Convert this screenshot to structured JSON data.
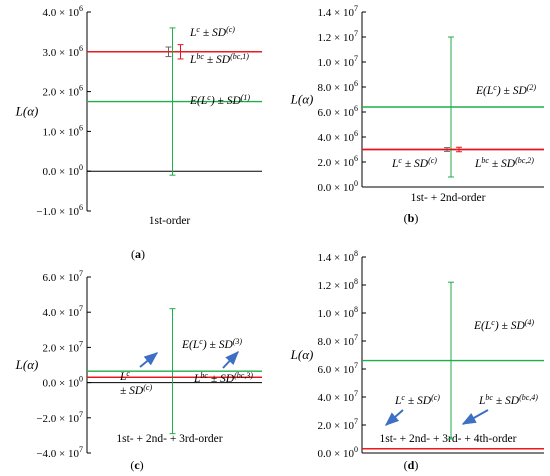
{
  "figure": {
    "panel_labels": [
      "(a)",
      "(b)",
      "(c)",
      "(d)"
    ]
  },
  "chart_data": [
    {
      "type": "line",
      "panel": "(a)",
      "ylabel": "L(α)",
      "xlabel": "1st-order",
      "ylim": [
        -1000000,
        4000000
      ],
      "yticks": [
        -1000000,
        0,
        1000000,
        2000000,
        3000000,
        4000000
      ],
      "ytick_labels": [
        "−1.0 × 10^6",
        "0.0 × 10^0",
        "1.0 × 10^6",
        "2.0 × 10^6",
        "3.0 × 10^6",
        "4.0 × 10^6"
      ],
      "colors": {
        "red": "#e8141c",
        "green": "#1fae4a",
        "grey": "#666666",
        "arrow": "#3d6fc4"
      },
      "series": [
        {
          "label": "L^c ± SD^(c)",
          "color": "red",
          "value": 3000000,
          "err": 120000,
          "err_color": "grey",
          "err_pos": "left"
        },
        {
          "label": "L^bc ± SD^(bc,1)",
          "color": "red",
          "value": 3000000,
          "err": 180000,
          "err_color": "red",
          "err_pos": "right"
        },
        {
          "label": "E(L^c) ± SD^(1)",
          "color": "green",
          "value": 1750000,
          "err": 1850000,
          "err_color": "green",
          "err_pos": "mid"
        }
      ]
    },
    {
      "type": "line",
      "panel": "(b)",
      "ylabel": "L(α)",
      "xlabel": "1st- + 2nd-order",
      "ylim": [
        0,
        14000000
      ],
      "yticks": [
        0,
        2000000,
        4000000,
        6000000,
        8000000,
        10000000,
        12000000,
        14000000
      ],
      "ytick_labels": [
        "0.0 × 10^0",
        "2.0 × 10^6",
        "4.0 × 10^6",
        "6.0 × 10^6",
        "8.0 × 10^6",
        "1.0 × 10^7",
        "1.2 × 10^7",
        "1.4 × 10^7"
      ],
      "colors": {
        "red": "#e8141c",
        "green": "#1fae4a",
        "grey": "#666666",
        "arrow": "#3d6fc4"
      },
      "series": [
        {
          "label": "E(L^c) ± SD^(2)",
          "color": "green",
          "value": 6400000,
          "err": 5600000,
          "err_color": "green",
          "err_pos": "mid"
        },
        {
          "label": "L^c ± SD^(c)",
          "color": "red",
          "value": 3000000,
          "err": 150000,
          "err_color": "grey",
          "err_pos": "left"
        },
        {
          "label": "L^bc ± SD^(bc,2)",
          "color": "red",
          "value": 3000000,
          "err": 180000,
          "err_color": "red",
          "err_pos": "right"
        }
      ]
    },
    {
      "type": "line",
      "panel": "(c)",
      "ylabel": "L(α)",
      "xlabel": "1st- + 2nd- + 3rd-order",
      "ylim": [
        -40000000,
        60000000
      ],
      "yticks": [
        -40000000,
        -20000000,
        0,
        20000000,
        40000000,
        60000000
      ],
      "ytick_labels": [
        "−4.0 × 10^7",
        "−2.0 × 10^7",
        "0.0 × 10^0",
        "2.0 × 10^7",
        "4.0 × 10^7",
        "6.0 × 10^7"
      ],
      "colors": {
        "red": "#e8141c",
        "green": "#1fae4a",
        "grey": "#666666",
        "arrow": "#3d6fc4"
      },
      "series": [
        {
          "label": "E(L^c) ± SD^(3)",
          "color": "green",
          "value": 6500000,
          "err": 35500000,
          "err_color": "green",
          "err_pos": "mid"
        },
        {
          "label": "L^c ± SD^(c)",
          "color": "red",
          "value": 3000000,
          "err": 0,
          "err_color": "grey",
          "err_pos": "none"
        },
        {
          "label": "L^bc ± SD^(bc,3)",
          "color": "red",
          "value": 3000000,
          "err": 0,
          "err_color": "red",
          "err_pos": "none"
        }
      ]
    },
    {
      "type": "line",
      "panel": "(d)",
      "ylabel": "L(α)",
      "xlabel": "1st- + 2nd- + 3rd- + 4th-order",
      "ylim": [
        0,
        140000000
      ],
      "yticks": [
        0,
        20000000,
        40000000,
        60000000,
        80000000,
        100000000,
        120000000,
        140000000
      ],
      "ytick_labels": [
        "0.0 × 10^0",
        "2.0 × 10^7",
        "4.0 × 10^7",
        "6.0 × 10^7",
        "8.0 × 10^7",
        "1.0 × 10^8",
        "1.2 × 10^8",
        "1.4 × 10^8"
      ],
      "colors": {
        "red": "#e8141c",
        "green": "#1fae4a",
        "grey": "#666666",
        "arrow": "#3d6fc4"
      },
      "series": [
        {
          "label": "E(L^c) ± SD^(4)",
          "color": "green",
          "value": 66000000,
          "err": 56000000,
          "err_color": "green",
          "err_pos": "mid"
        },
        {
          "label": "L^c ± SD^(c)",
          "color": "red",
          "value": 3000000,
          "err": 0,
          "err_color": "grey",
          "err_pos": "none"
        },
        {
          "label": "L^bc ± SD^(bc,4)",
          "color": "red",
          "value": 3000000,
          "err": 0,
          "err_color": "red",
          "err_pos": "none"
        }
      ]
    }
  ]
}
